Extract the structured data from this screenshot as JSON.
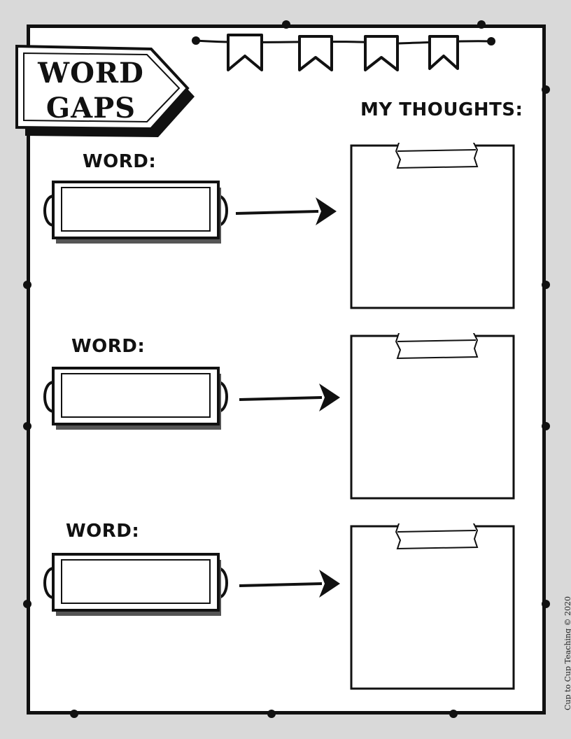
{
  "title": {
    "line1": "WORD",
    "line2": "GAPS"
  },
  "thoughts_heading": "MY THOUGHTS:",
  "rows": [
    {
      "word_label": "WORD:"
    },
    {
      "word_label": "WORD:"
    },
    {
      "word_label": "WORD:"
    }
  ],
  "footer": {
    "credit": "Cup to Cup Teaching © 2020"
  }
}
